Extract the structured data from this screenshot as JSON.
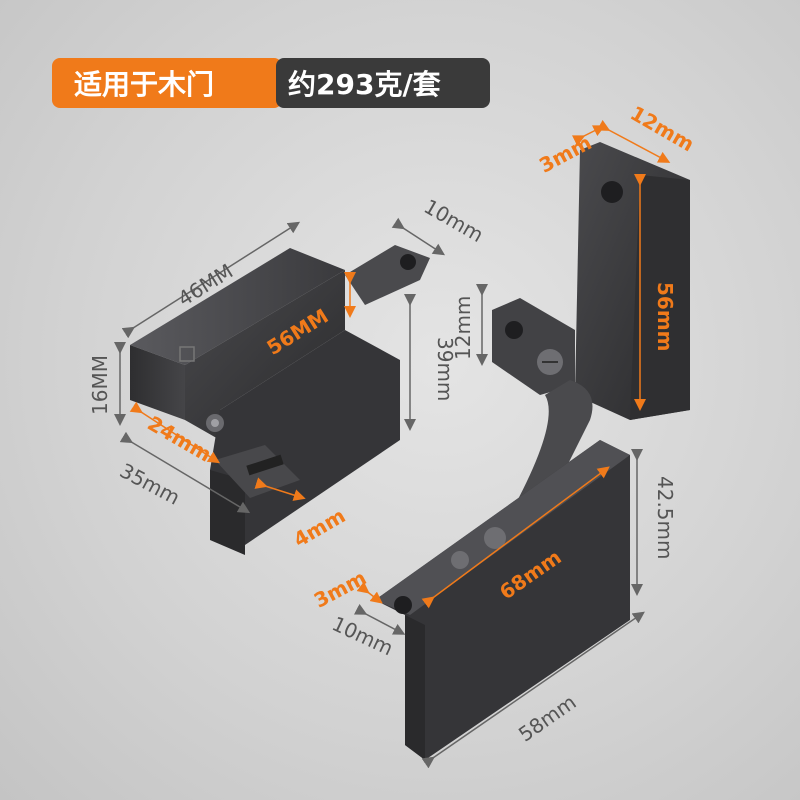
{
  "badges": {
    "material": "适用于木门",
    "weight": "约293克/套"
  },
  "colors": {
    "accent": "#f07a1a",
    "product": "#3c3c3e",
    "dimension_gray": "#555555"
  },
  "dimensions": {
    "latch_width": "46MM",
    "latch_tab_thickness": "10mm",
    "latch_inner_height": "56MM",
    "latch_height": "39mm",
    "latch_depth": "16MM",
    "latch_tab_width": "24mm",
    "latch_length": "35mm",
    "latch_slot": "4mm",
    "hinge_thickness": "3mm",
    "hinge_width": "12mm",
    "hinge_upper_height": "56mm",
    "hinge_mount_height": "12mm",
    "hinge_plate_thickness": "3mm",
    "hinge_plate_length": "68mm",
    "hinge_lower_height": "42.5mm",
    "hinge_tab_width": "10mm",
    "hinge_base_length": "58mm"
  }
}
